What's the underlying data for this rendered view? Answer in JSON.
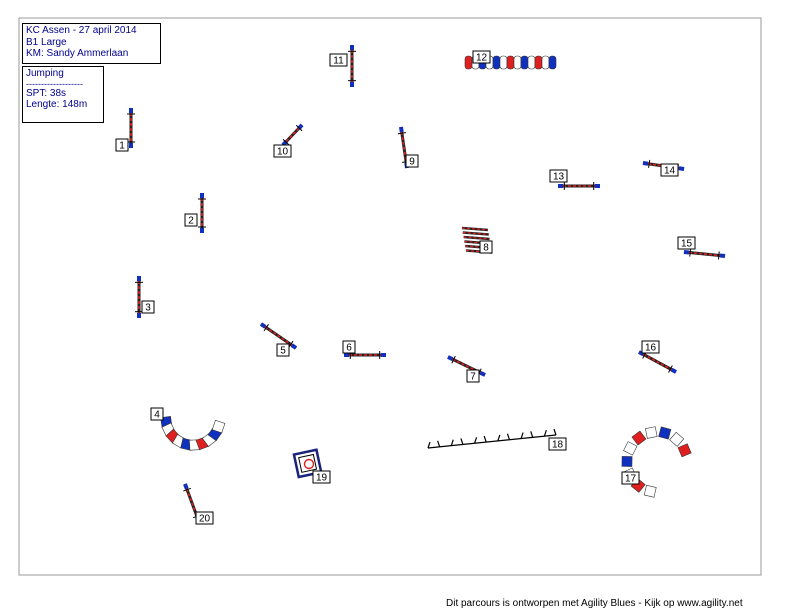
{
  "header": {
    "event": "KC Assen - 27 april 2014",
    "class": "B1 Large",
    "judge": "KM: Sandy Ammerlaan"
  },
  "run": {
    "type": "Jumping",
    "separator": "-------------------",
    "spt": "SPT:  38s",
    "length": "Lengte: 148m"
  },
  "footer": "Dit parcours is ontworpen met Agility Blues - Kijk op www.agility.net",
  "colors": {
    "pole_red": "#e02020",
    "wing_blue": "#1030c0",
    "border": "#999999"
  },
  "obstacles": [
    {
      "number": "1",
      "kind": "jump"
    },
    {
      "number": "2",
      "kind": "jump"
    },
    {
      "number": "3",
      "kind": "jump"
    },
    {
      "number": "4",
      "kind": "tunnel"
    },
    {
      "number": "5",
      "kind": "jump"
    },
    {
      "number": "6",
      "kind": "jump"
    },
    {
      "number": "7",
      "kind": "jump"
    },
    {
      "number": "8",
      "kind": "weave-spiral"
    },
    {
      "number": "9",
      "kind": "jump"
    },
    {
      "number": "10",
      "kind": "jump"
    },
    {
      "number": "11",
      "kind": "jump"
    },
    {
      "number": "12",
      "kind": "tunnel"
    },
    {
      "number": "13",
      "kind": "jump"
    },
    {
      "number": "14",
      "kind": "jump"
    },
    {
      "number": "15",
      "kind": "jump"
    },
    {
      "number": "16",
      "kind": "jump"
    },
    {
      "number": "17",
      "kind": "tunnel"
    },
    {
      "number": "18",
      "kind": "weave-poles"
    },
    {
      "number": "19",
      "kind": "table"
    },
    {
      "number": "20",
      "kind": "jump"
    }
  ]
}
